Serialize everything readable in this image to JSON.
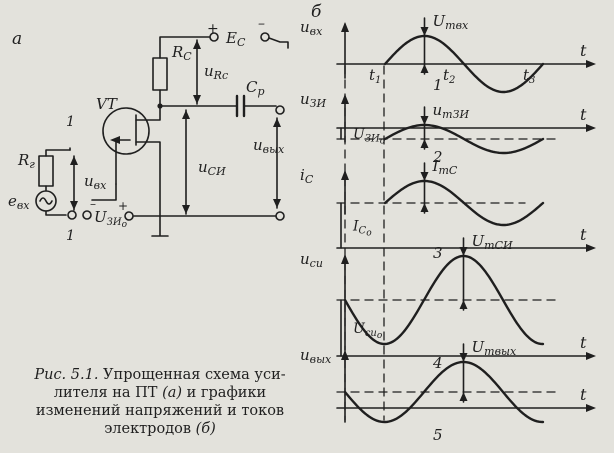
{
  "figure": {
    "circuit": {
      "panel_label": "а",
      "supply": {
        "plus": "+",
        "minus": "–",
        "name": "E",
        "sub": "С"
      },
      "resistor_drain": {
        "name": "R",
        "sub": "С"
      },
      "drop_resistor": {
        "name": "u",
        "sub": "Rс"
      },
      "capacitor": {
        "name": "C",
        "sub": "р"
      },
      "transistor": "VT",
      "source_resistor": {
        "name": "R",
        "sub": "г"
      },
      "source_emf": {
        "name": "e",
        "sub": "вх"
      },
      "input_voltage": {
        "name": "u",
        "sub": "вх"
      },
      "bias_voltage": {
        "name": "U",
        "sub": "ЗИ",
        "sub2": "о"
      },
      "bias_signs": {
        "minus": "–",
        "plus": "+"
      },
      "output_voltage": {
        "name": "u",
        "sub": "вых"
      },
      "drain_source_voltage": {
        "name": "u",
        "sub": "СИ"
      },
      "terminal_top": "1",
      "terminal_bottom": "1"
    },
    "graphs": {
      "panel_label": "б",
      "plots": [
        {
          "ylabel_name": "u",
          "ylabel_sub": "вх",
          "xlabel": "t",
          "number": "1",
          "amp_name": "U",
          "amp_sub": "mвх",
          "times": [
            "t",
            "t",
            "t"
          ],
          "time_subs": [
            "1",
            "2",
            "3"
          ]
        },
        {
          "ylabel_name": "u",
          "ylabel_sub": "ЗИ",
          "xlabel": "t",
          "number": "2",
          "amp_name": "u",
          "amp_sub": "mЗИ",
          "offset_name": "U",
          "offset_sub": "ЗИ",
          "offset_sub2": "о"
        },
        {
          "ylabel_name": "i",
          "ylabel_sub": "С",
          "xlabel": "t",
          "number": "3",
          "amp_name": "I",
          "amp_sub": "mС",
          "offset_name": "I",
          "offset_sub": "С",
          "offset_sub2": "о"
        },
        {
          "ylabel_name": "u",
          "ylabel_sub": "си",
          "xlabel": "t",
          "number": "4",
          "amp_name": "U",
          "amp_sub": "mСИ",
          "offset_name": "U",
          "offset_sub": "си",
          "offset_sub2": "о"
        },
        {
          "ylabel_name": "u",
          "ylabel_sub": "вых",
          "xlabel": "t",
          "number": "5",
          "amp_name": "U",
          "amp_sub": "mвых"
        }
      ]
    },
    "caption": {
      "number": "Рис. 5.1.",
      "text_1": " Упрощенная схема уси-лителя на ПТ ",
      "ref_a": "(а)",
      "text_2": " и графики изменений напряжений и токов электродов ",
      "ref_b": "(б)"
    }
  }
}
